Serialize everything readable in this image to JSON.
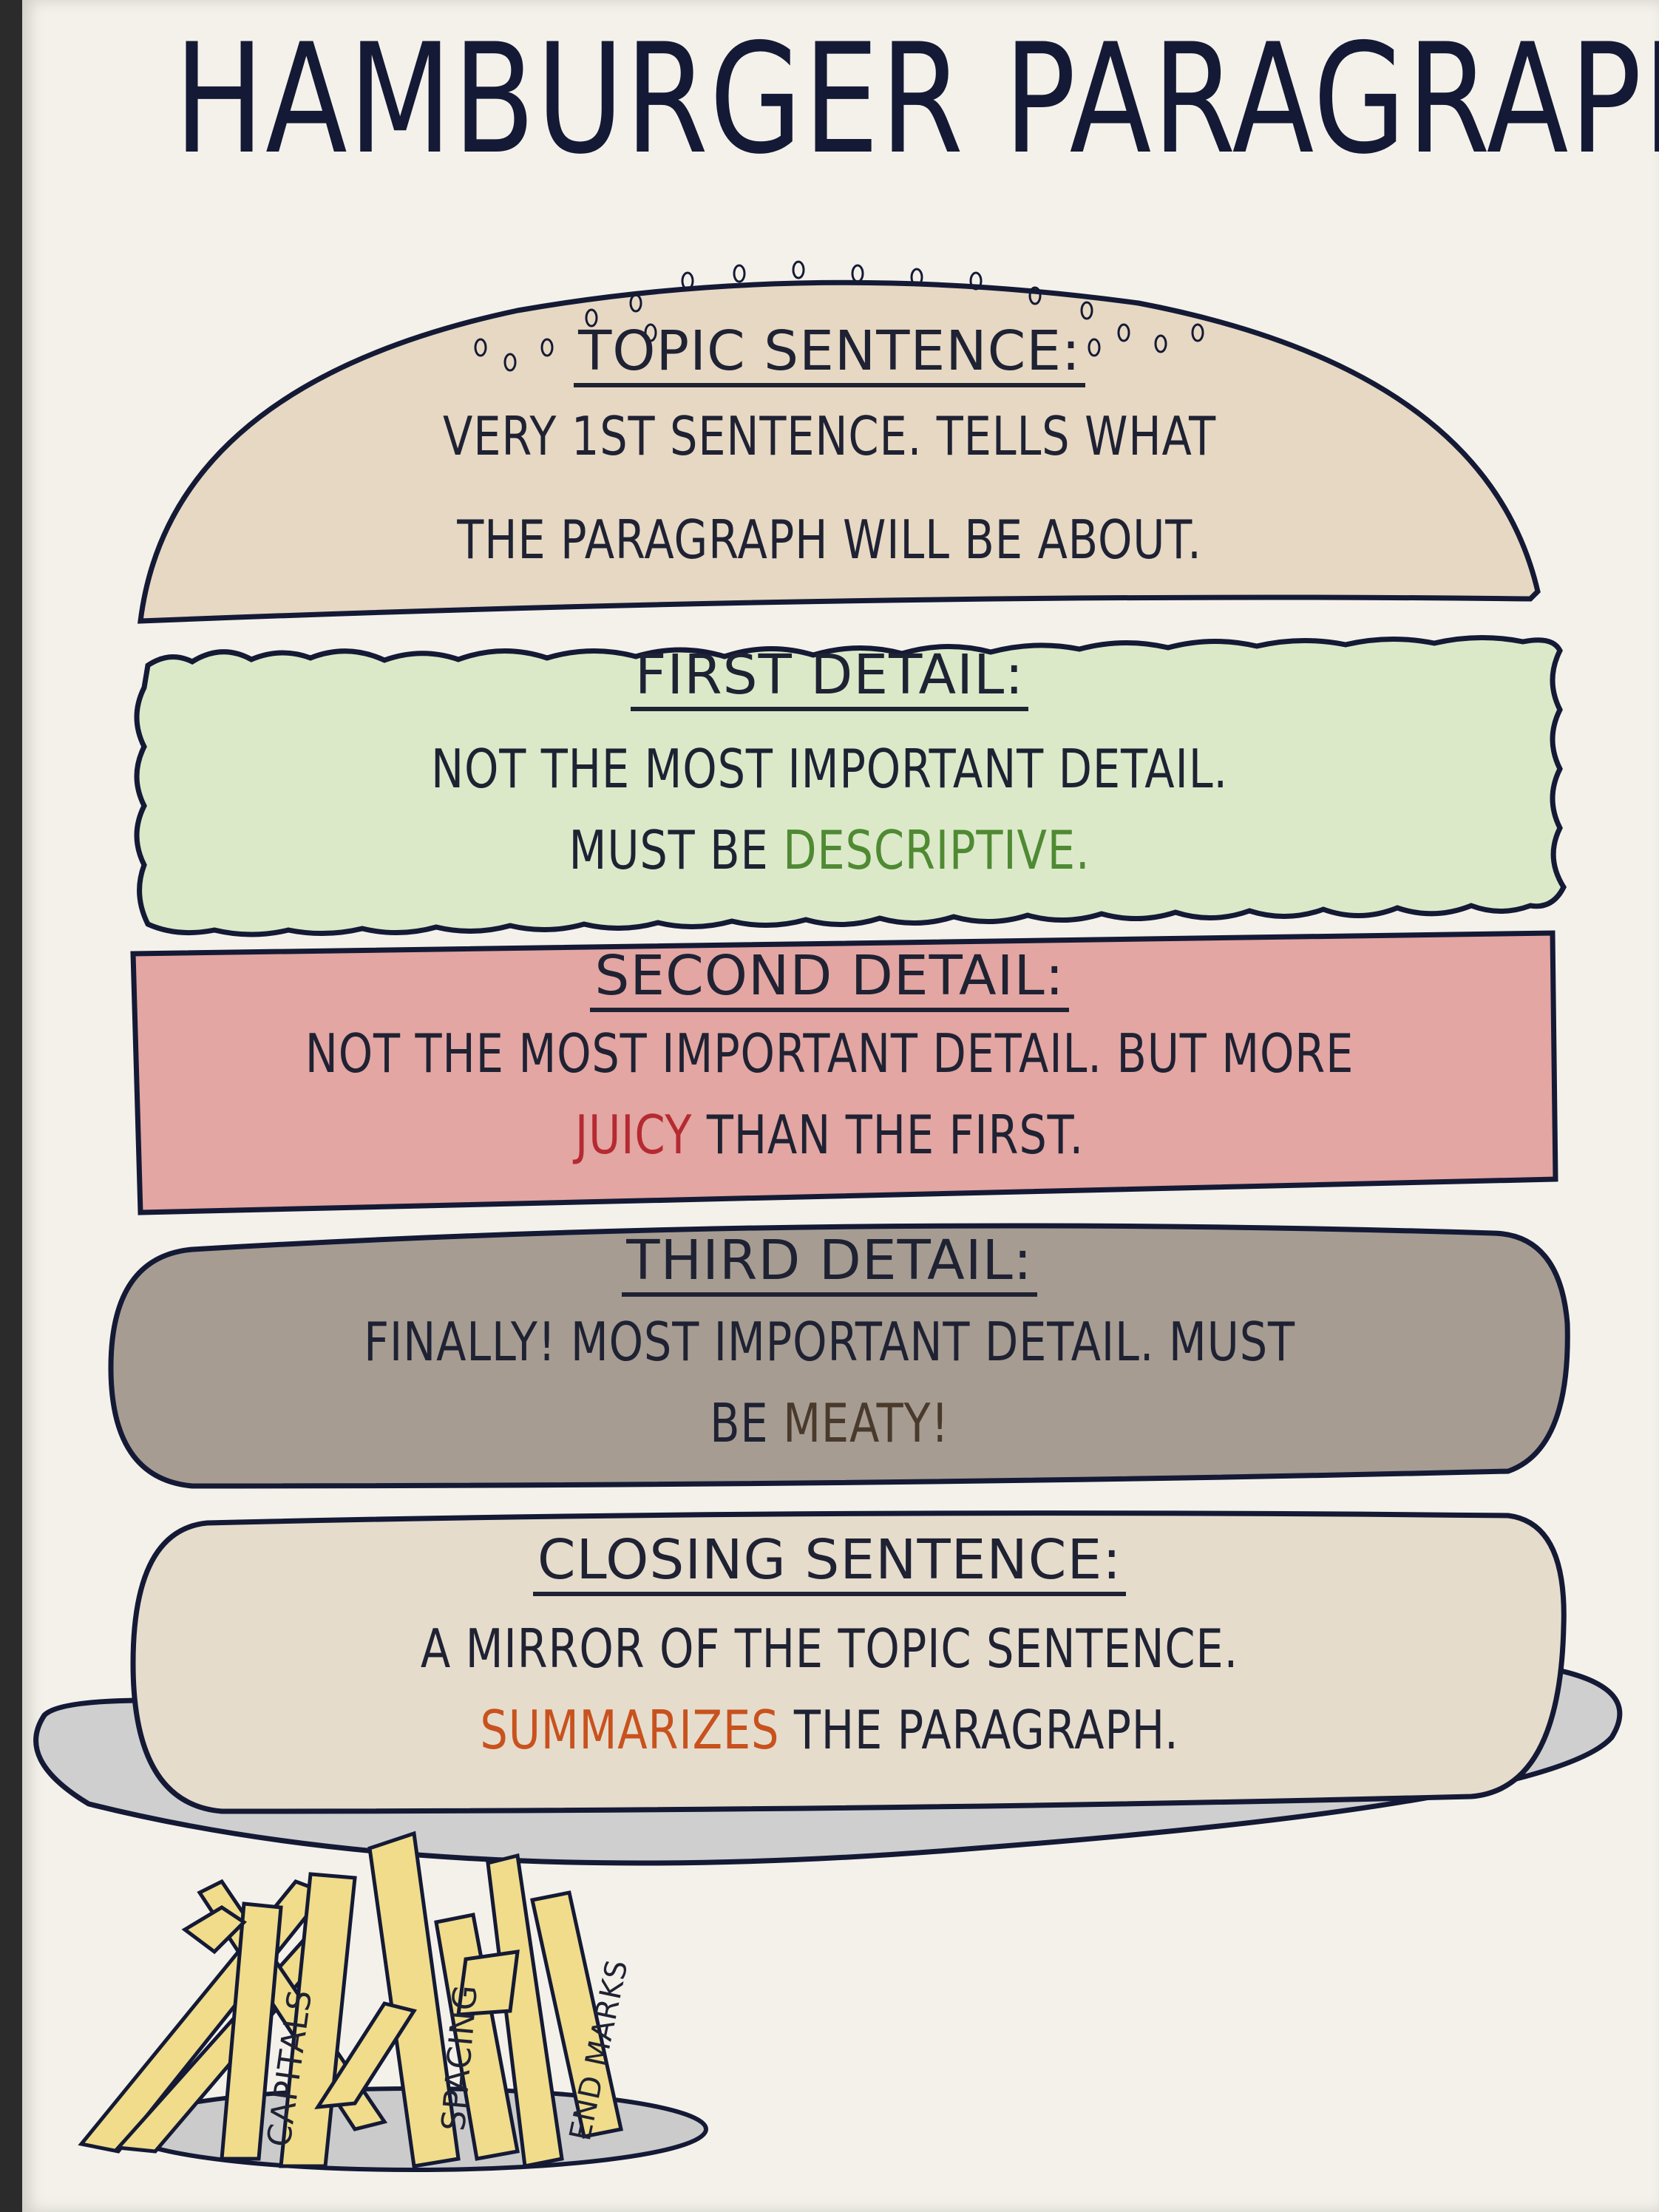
{
  "title": "HAMBURGER PARAGRAPH",
  "sections": {
    "topic": {
      "heading": "TOPIC SENTENCE:",
      "line1": "VERY 1ST SENTENCE. TELLS WHAT",
      "line2": "THE PARAGRAPH WILL BE ABOUT."
    },
    "first_detail": {
      "heading": "FIRST DETAIL:",
      "line1": "NOT THE MOST IMPORTANT DETAIL.",
      "line2_a": "MUST BE",
      "line2_highlight": "DESCRIPTIVE",
      "line2_b": "."
    },
    "second_detail": {
      "heading": "SECOND DETAIL:",
      "line1": "NOT THE MOST IMPORTANT DETAIL. BUT MORE",
      "line2_highlight": "JUICY",
      "line2_b": "THAN THE FIRST."
    },
    "third_detail": {
      "heading": "THIRD DETAIL:",
      "line1": "FINALLY! MOST IMPORTANT DETAIL. MUST",
      "line2_a": "BE",
      "line2_highlight": "MEATY!"
    },
    "closing": {
      "heading": "CLOSING SENTENCE:",
      "line1": "A MIRROR OF THE TOPIC SENTENCE.",
      "line2_highlight": "SUMMARIZES",
      "line2_b": "THE PARAGRAPH."
    }
  },
  "fries": {
    "labels": [
      "CAPITALS",
      "SPACING",
      "END MARKS"
    ]
  },
  "colors": {
    "bun": "#e6d8c3",
    "lettuce": "#d9e8c8",
    "tomato": "#e2a2a0",
    "patty": "#a49a90",
    "bottom_bun": "#e3d8c8",
    "plate": "#c9c9c9",
    "fries": "#f0dc8a",
    "outline": "#141a35",
    "descriptive": "#4f8a33",
    "juicy": "#b52a32",
    "meaty": "#4a3a2c",
    "summarizes": "#c8521e"
  },
  "icons": [
    "sesame-seed-icon",
    "fries-icon",
    "plate-icon"
  ]
}
